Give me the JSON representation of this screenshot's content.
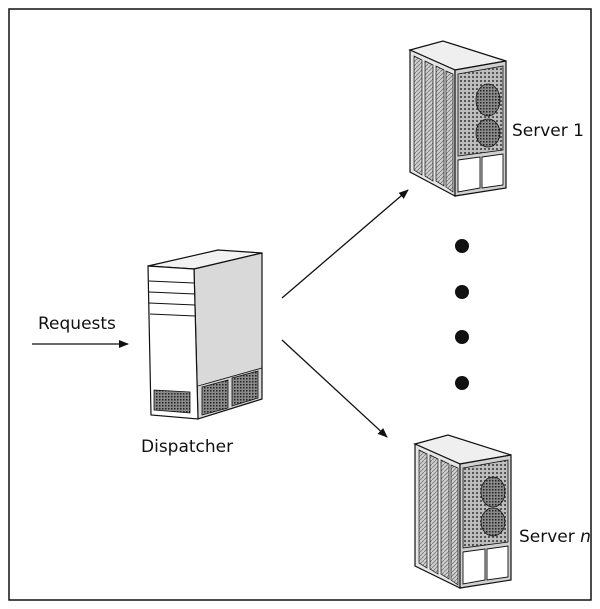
{
  "labels": {
    "requests": "Requests",
    "dispatcher": "Dispatcher",
    "server1": "Server 1",
    "servern_prefix": "Server ",
    "servern_var": "n"
  },
  "ellipsis_dots": 4,
  "colors": {
    "stroke": "#111111",
    "background": "#ffffff",
    "panel_grey": "#d9d9d9",
    "dark_grey": "#555555"
  }
}
